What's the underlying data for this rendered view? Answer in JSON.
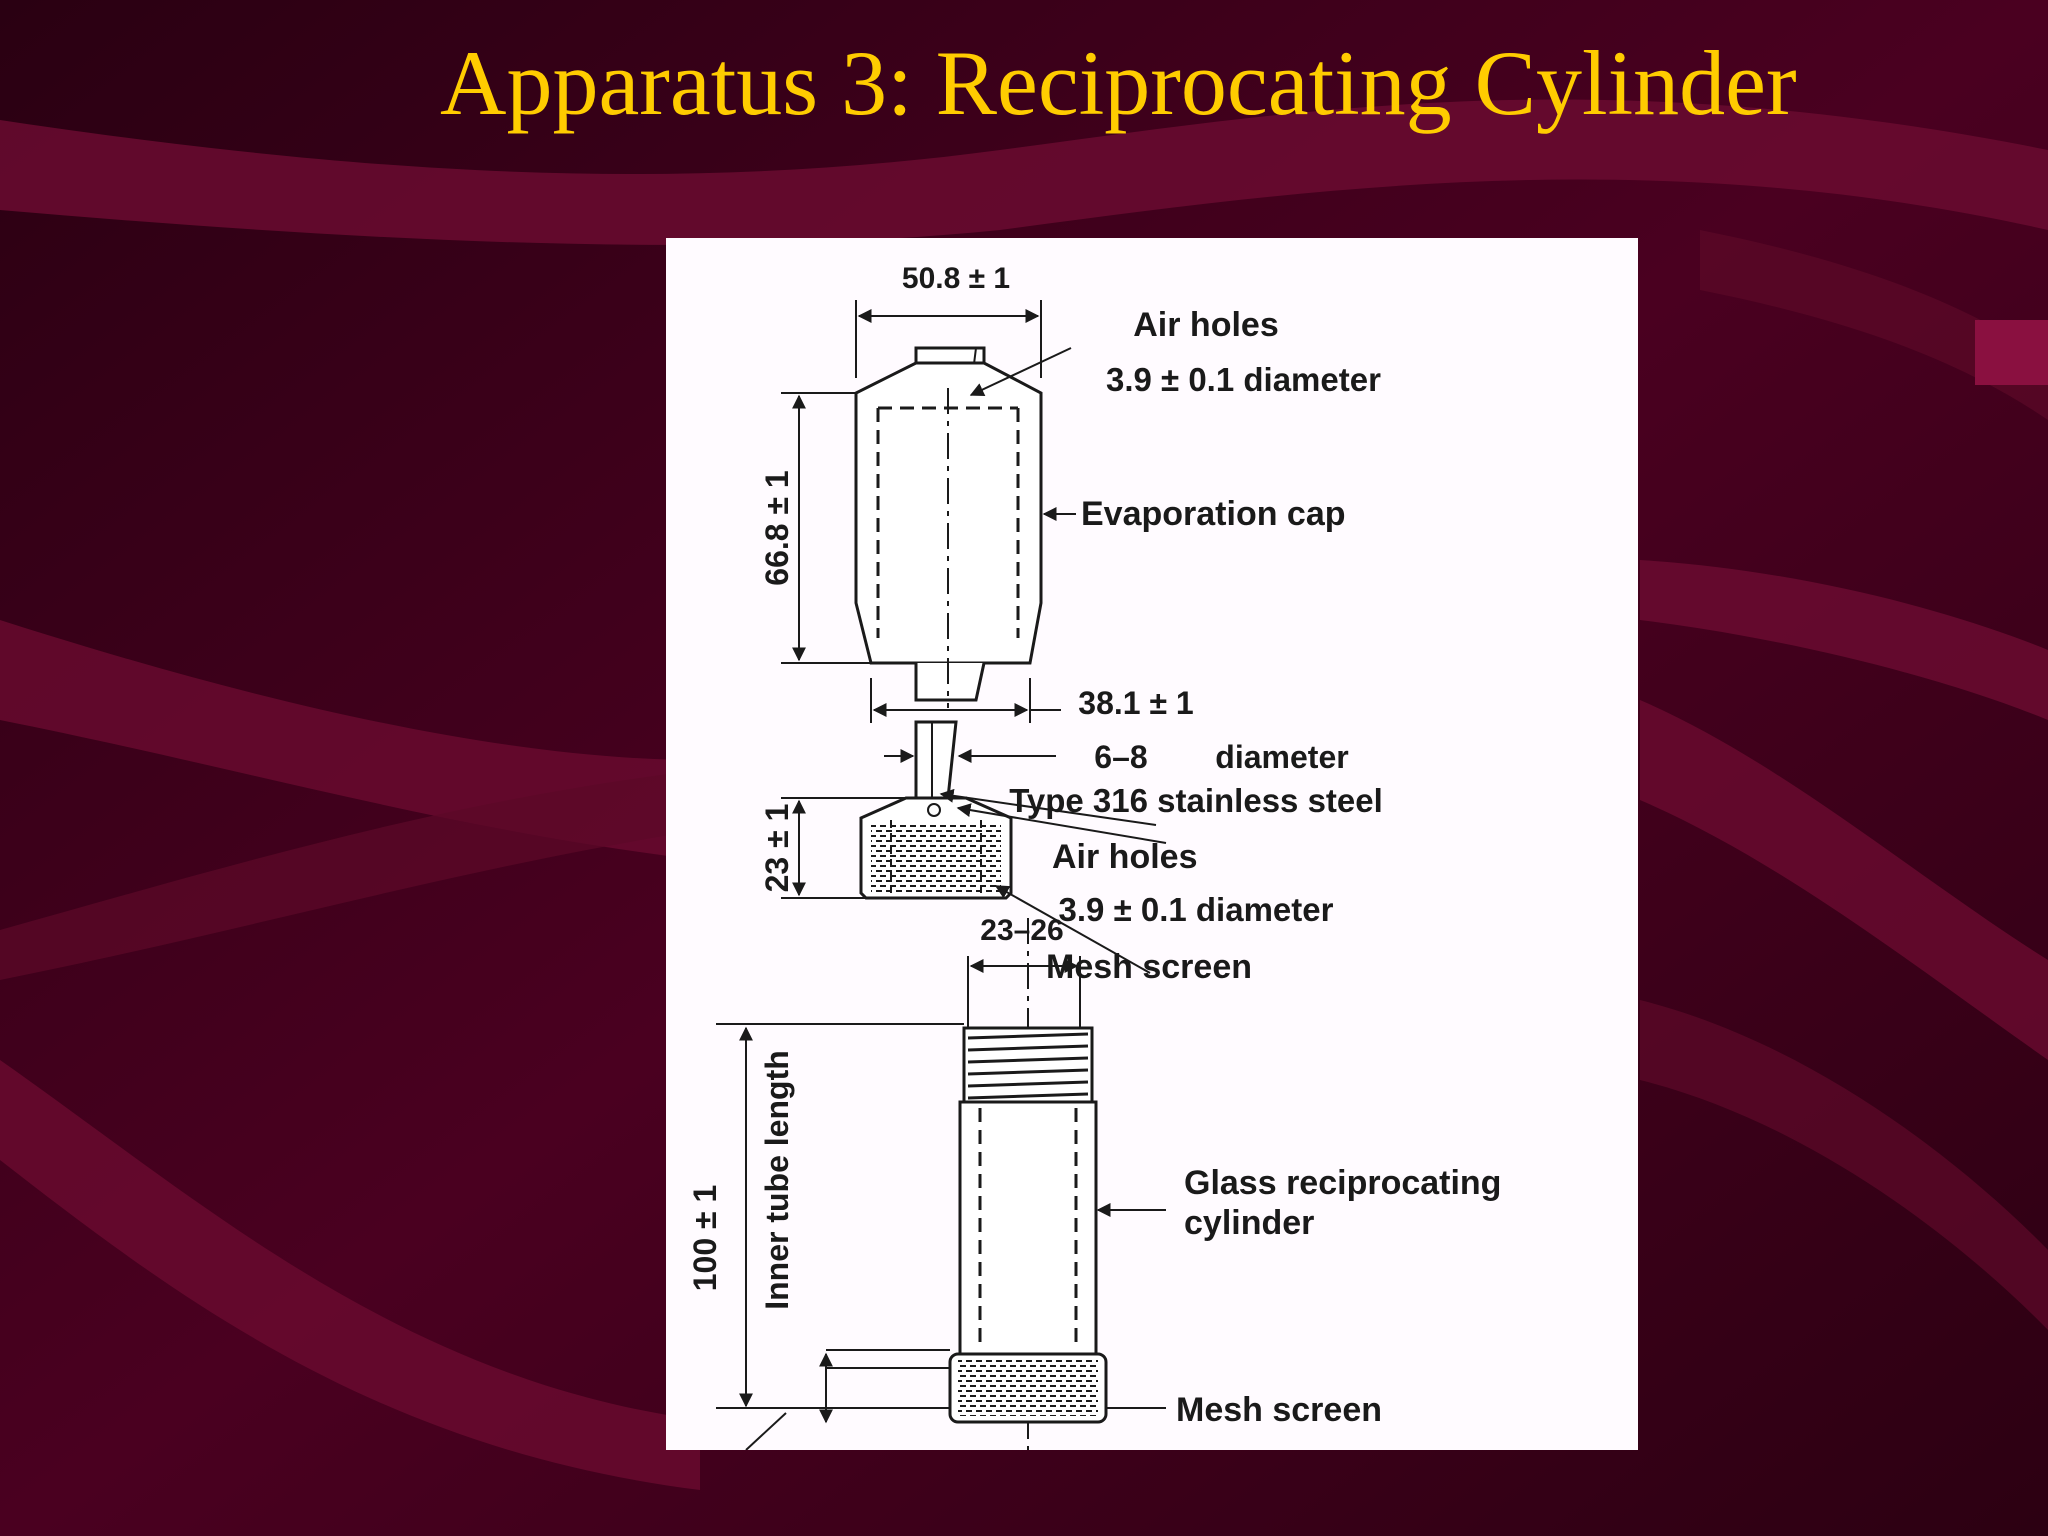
{
  "slide": {
    "title": "Apparatus 3: Reciprocating Cylinder"
  },
  "theme": {
    "background": "#3a0018",
    "ribbon": "#6a0a30",
    "title_color": "#ffcc00",
    "figure_background": "#fffbff"
  },
  "diagram": {
    "cap_width": "50.8 ± 1",
    "cap_height": "66.8 ± 1",
    "air_holes_top": "Air holes",
    "air_holes_top_diameter": "3.9 ± 0.1 diameter",
    "evaporation_cap": "Evaporation cap",
    "cap_bottom_diameter": "38.1 ± 1",
    "rod_diameter_value": "6–8",
    "rod_diameter_word": "diameter",
    "rod_material": "Type 316 stainless steel",
    "middle_height": "23 ± 1",
    "air_holes_middle": "Air holes",
    "air_holes_middle_diameter": "3.9 ± 0.1 diameter",
    "middle_width": "23–26",
    "mesh_screen_top": "Mesh screen",
    "tube_length": "100 ± 1",
    "inner_tube_length": "Inner tube length",
    "glass_cylinder_line1": "Glass reciprocating",
    "glass_cylinder_line2": "cylinder",
    "mesh_screen_bottom": "Mesh screen"
  }
}
